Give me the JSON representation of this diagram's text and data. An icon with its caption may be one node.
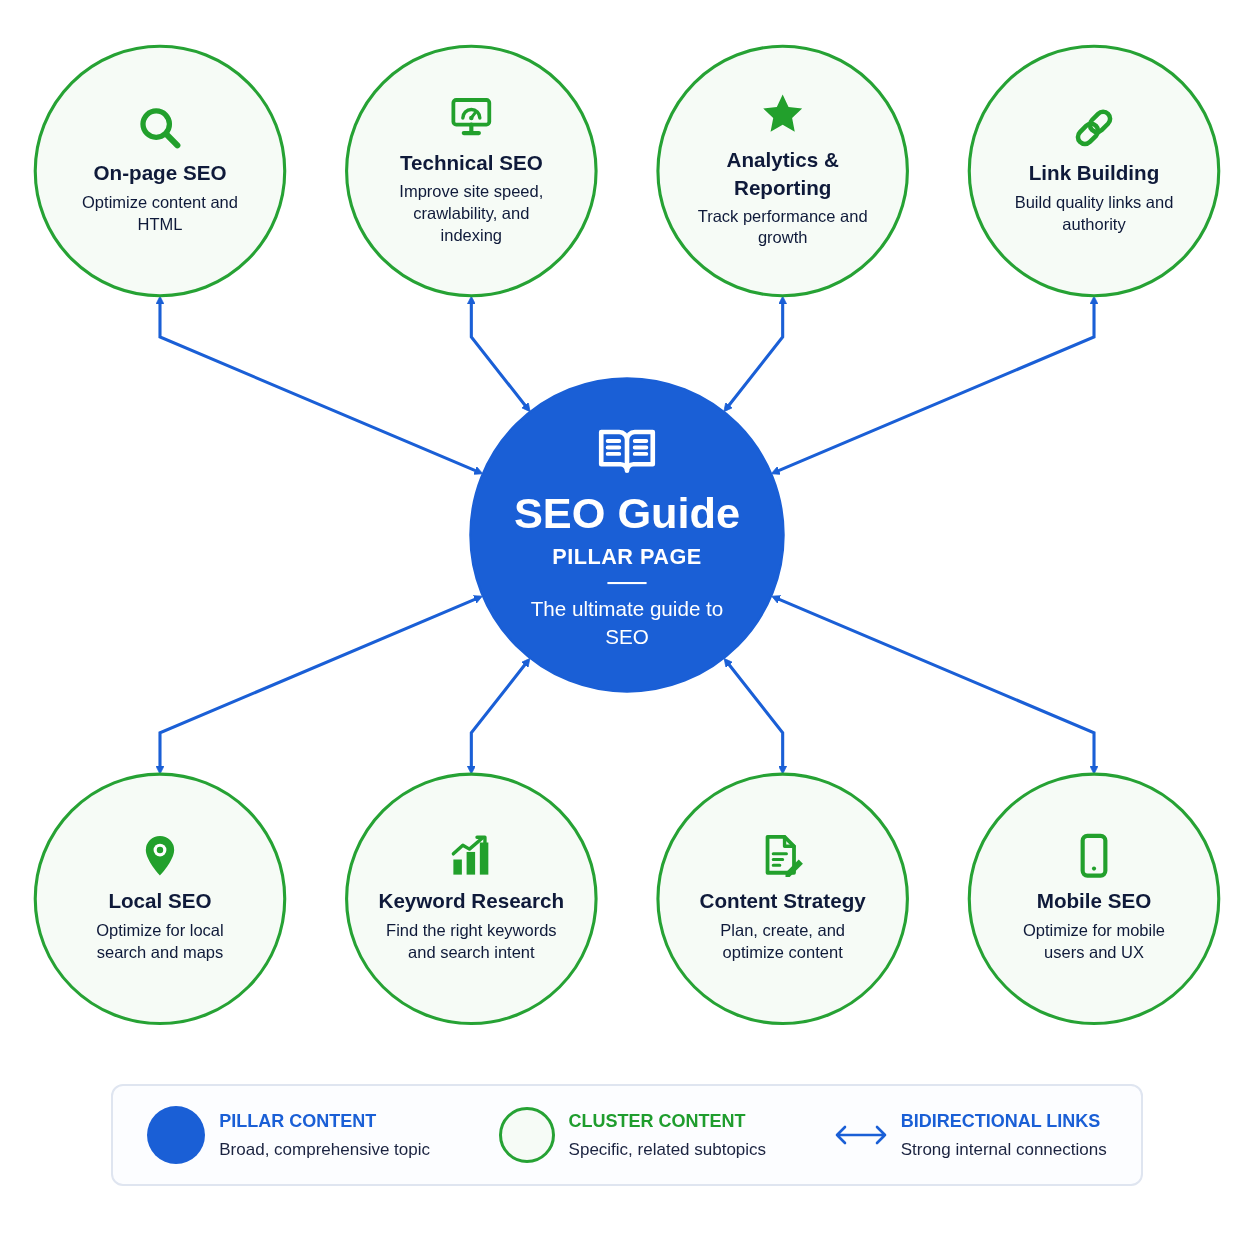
{
  "diagram": {
    "nodes": [
      {
        "text": [
          "SEO Guide",
          "PILLAR PAGE",
          "The ultimate guide to SEO"
        ]
      },
      {
        "text": [
          "On-page SEO",
          "Optimize content and HTML"
        ]
      },
      {
        "text": [
          "Technical SEO",
          "Improve site speed, crawlability, and indexing"
        ]
      },
      {
        "text": [
          "Local SEO",
          "Optimize for local search and maps"
        ]
      },
      {
        "text": [
          "Keyword Research",
          "Find the right keywords and search intent"
        ]
      },
      {
        "text": [
          "Content Strategy",
          "Plan, create, and optimize content"
        ]
      },
      {
        "text": [
          "Mobile SEO",
          "Optimize for mobile users and UX"
        ]
      },
      {
        "text": [
          "Analytics & Reporting",
          "Track performance and growth"
        ]
      },
      {
        "text": [
          "Link Building",
          "Build quality links and authority"
        ]
      }
    ],
    "edges": [
      {
        "from": 1,
        "to": 0,
        "arrow": "both"
      },
      {
        "from": 2,
        "to": 0,
        "arrow": "both"
      },
      {
        "from": 0,
        "to": 3,
        "arrow": "both"
      },
      {
        "from": 0,
        "to": 4,
        "arrow": "both"
      },
      {
        "from": 0,
        "to": 5,
        "arrow": "both"
      },
      {
        "from": 0,
        "to": 6,
        "arrow": "both"
      },
      {
        "from": 7,
        "to": 0,
        "arrow": "both"
      },
      {
        "from": 8,
        "to": 0,
        "arrow": "both"
      }
    ],
    "labels": [
      "Broad, comprehensive topic",
      "Specific, related subtopics",
      "Strong internal connections"
    ],
    "legend": [
      {
        "text": "PILLAR CONTENT",
        "color": "#1a5fd6"
      },
      {
        "text": "CLUSTER CONTENT"
      },
      {
        "text": "BIDIRECTIONAL LINKS"
      }
    ]
  }
}
